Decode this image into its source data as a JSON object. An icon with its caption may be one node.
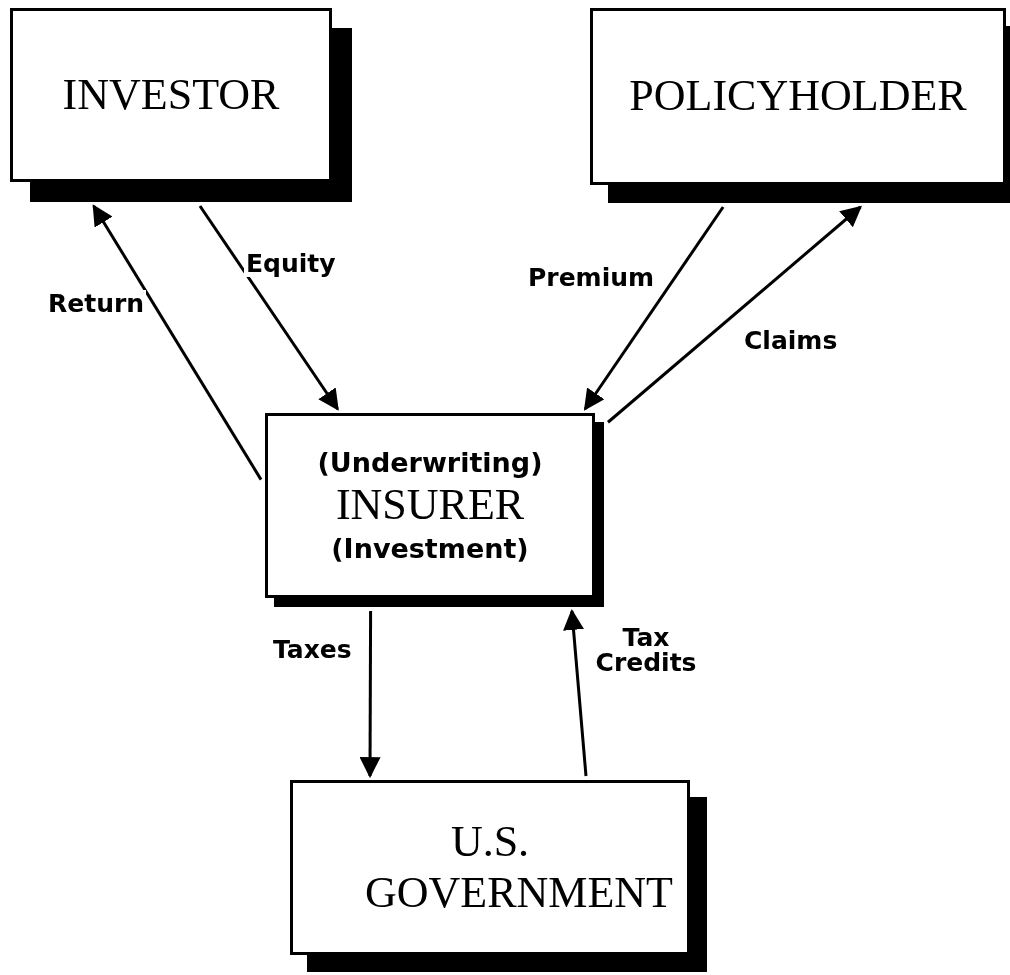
{
  "diagram": {
    "nodes": [
      {
        "text": [
          "INVESTOR"
        ]
      },
      {
        "text": [
          "POLICYHOLDER"
        ]
      },
      {
        "text": [
          "(Underwriting)",
          "INSURER",
          "(Investment)"
        ]
      },
      {
        "text": [
          "U.S. GOVERNMENT"
        ]
      }
    ],
    "edges": [
      {
        "from": 2,
        "to": 0,
        "arrow": "to",
        "label": "Return"
      },
      {
        "from": 0,
        "to": 2,
        "arrow": "to",
        "label": "Equity"
      },
      {
        "from": 1,
        "to": 2,
        "arrow": "to",
        "label": "Premium"
      },
      {
        "from": 2,
        "to": 1,
        "arrow": "to",
        "label": "Claims"
      },
      {
        "from": 2,
        "to": 3,
        "arrow": "to",
        "label": "Taxes"
      },
      {
        "from": 3,
        "to": 2,
        "arrow": "to",
        "label": "Tax Credits"
      }
    ]
  }
}
